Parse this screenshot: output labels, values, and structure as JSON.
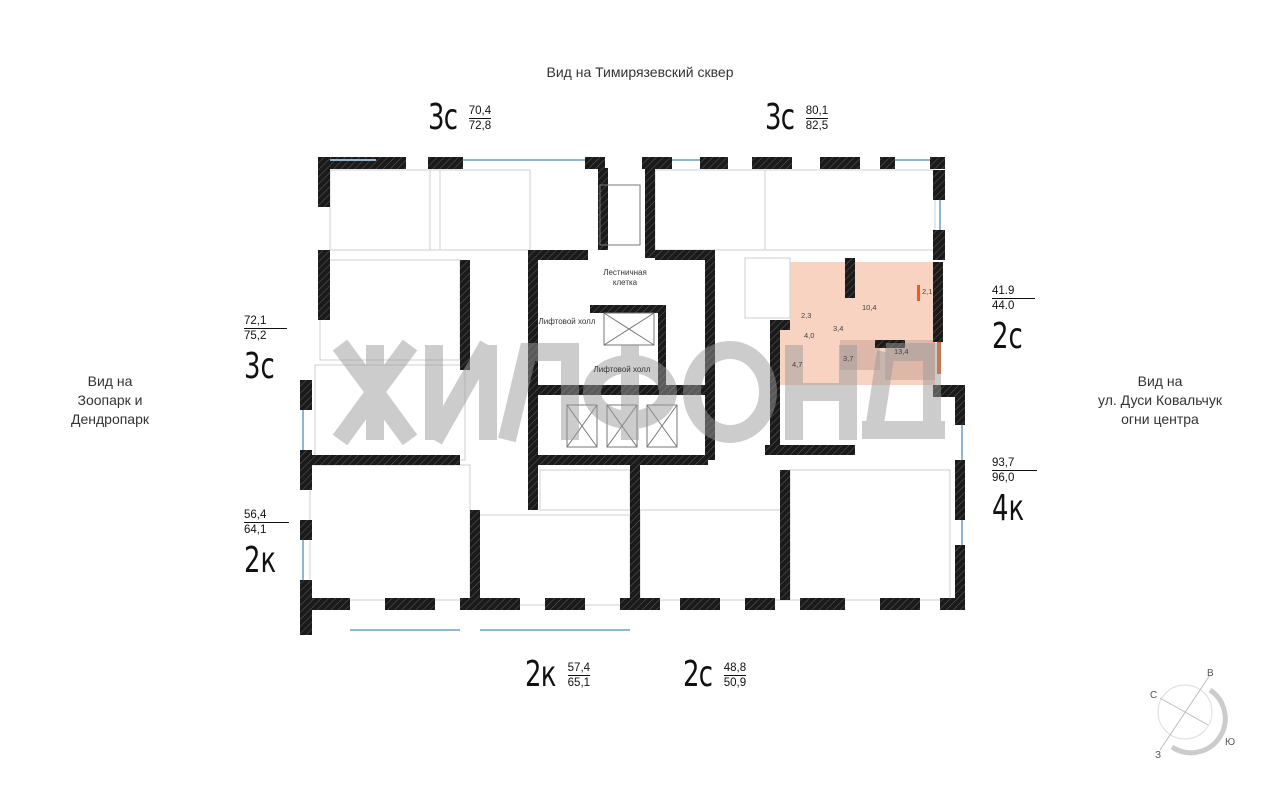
{
  "views": {
    "top": "Вид на Тимирязевский сквер",
    "left_lines": [
      "Вид на",
      "Зоопарк и",
      "Дендропарк"
    ],
    "right_lines": [
      "Вид на",
      "ул. Дуси Ковальчук",
      "огни центра"
    ]
  },
  "apartments": [
    {
      "type": "3с",
      "area_living": "70,4",
      "area_total": "72,8"
    },
    {
      "type": "3с",
      "area_living": "80,1",
      "area_total": "82,5"
    },
    {
      "type": "3с",
      "area_living": "72,1",
      "area_total": "75,2"
    },
    {
      "type": "2к",
      "area_living": "56,4",
      "area_total": "64,1"
    },
    {
      "type": "2с",
      "area_living": "41.9",
      "area_total": "44.0"
    },
    {
      "type": "4к",
      "area_living": "93,7",
      "area_total": "96,0"
    },
    {
      "type": "2к",
      "area_living": "57,4",
      "area_total": "65,1"
    },
    {
      "type": "2с",
      "area_living": "48,8",
      "area_total": "50,9"
    }
  ],
  "selected_apartment": {
    "rooms": [
      "10,4",
      "2,1",
      "2,3",
      "3,4",
      "4,0",
      "3,7",
      "13,4",
      "4,7"
    ],
    "highlight_color": "#f9c9b4",
    "accent_color": "#f05a1a"
  },
  "common_areas": {
    "stairs": [
      "Лестничная",
      "клетка"
    ],
    "lift_hall_1": "Лифтовой холл",
    "lift_hall_2": "Лифтовой холл"
  },
  "watermark": "ЖИЛФОНД",
  "compass": {
    "n": "С",
    "e": "В",
    "s": "Ю",
    "w": "З"
  }
}
